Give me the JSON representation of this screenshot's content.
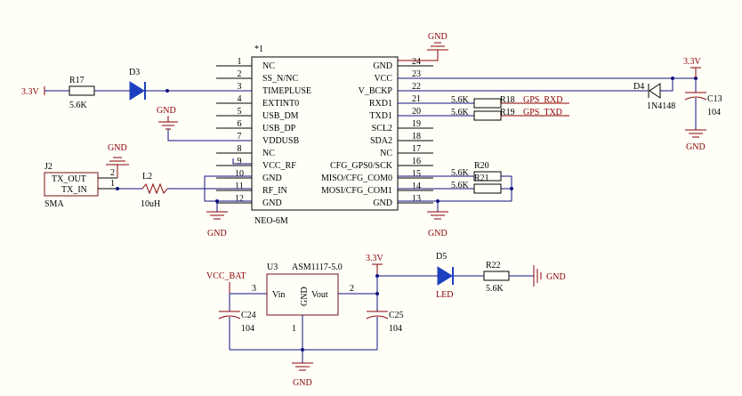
{
  "gps_module": {
    "star": "*1",
    "part": "NEO-6M",
    "left_pins": [
      {
        "num": "1",
        "name": "NC"
      },
      {
        "num": "2",
        "name": "SS_N/NC"
      },
      {
        "num": "3",
        "name": "TIMEPLUSE"
      },
      {
        "num": "4",
        "name": "EXTINT0"
      },
      {
        "num": "5",
        "name": "USB_DM"
      },
      {
        "num": "6",
        "name": "USB_DP"
      },
      {
        "num": "7",
        "name": "VDDUSB"
      },
      {
        "num": "8",
        "name": "NC"
      },
      {
        "num": "9",
        "name": "VCC_RF"
      },
      {
        "num": "10",
        "name": "GND"
      },
      {
        "num": "11",
        "name": "RF_IN"
      },
      {
        "num": "12",
        "name": "GND"
      }
    ],
    "right_pins": [
      {
        "num": "24",
        "name": "GND"
      },
      {
        "num": "23",
        "name": "VCC"
      },
      {
        "num": "22",
        "name": "V_BCKP"
      },
      {
        "num": "21",
        "name": "RXD1"
      },
      {
        "num": "20",
        "name": "TXD1"
      },
      {
        "num": "19",
        "name": "SCL2"
      },
      {
        "num": "18",
        "name": "SDA2"
      },
      {
        "num": "17",
        "name": "NC"
      },
      {
        "num": "16",
        "name": "CFG_GPS0/SCK"
      },
      {
        "num": "15",
        "name": "MISO/CFG_COM0"
      },
      {
        "num": "14",
        "name": "MOSI/CFG_COM1"
      },
      {
        "num": "13",
        "name": "GND"
      }
    ]
  },
  "labels": {
    "v33_left": "3.3V",
    "r17_ref": "R17",
    "r17_val": "5.6K",
    "d3_ref": "D3",
    "gnd": "GND",
    "j2_ref": "J2",
    "j2_pin_tx_out": "TX_OUT",
    "j2_pin_tx_in": "TX_IN",
    "j2_pin2": "2",
    "j2_pin1": "1",
    "j2_name": "SMA",
    "l2_ref": "L2",
    "l2_val": "10uH",
    "r18_ref": "R18",
    "r18_val": "5.6K",
    "r19_ref": "R19",
    "r19_val": "5.6K",
    "gps_rxd": "GPS_RXD",
    "gps_txd": "GPS_TXD",
    "r20_ref": "R20",
    "r20_val": "5.6K",
    "r21_ref": "R21",
    "r21_val": "5.6K",
    "d4_ref": "D4",
    "d4_val": "1N4148",
    "v33_right": "3.3V",
    "c13_ref": "C13",
    "c13_val": "104",
    "vcc_bat": "VCC_BAT",
    "u3_ref": "U3",
    "u3_part": "ASM1117-5.0",
    "u3_vin": "Vin",
    "u3_gnd": "GND",
    "u3_vout": "Vout",
    "u3_pin3": "3",
    "u3_pin2": "2",
    "u3_pin1": "1",
    "v33_reg": "3.3V",
    "c24_ref": "C24",
    "c24_val": "104",
    "c25_ref": "C25",
    "c25_val": "104",
    "d5_ref": "D5",
    "d5_val": "LED",
    "r22_ref": "R22",
    "r22_val": "5.6K"
  }
}
